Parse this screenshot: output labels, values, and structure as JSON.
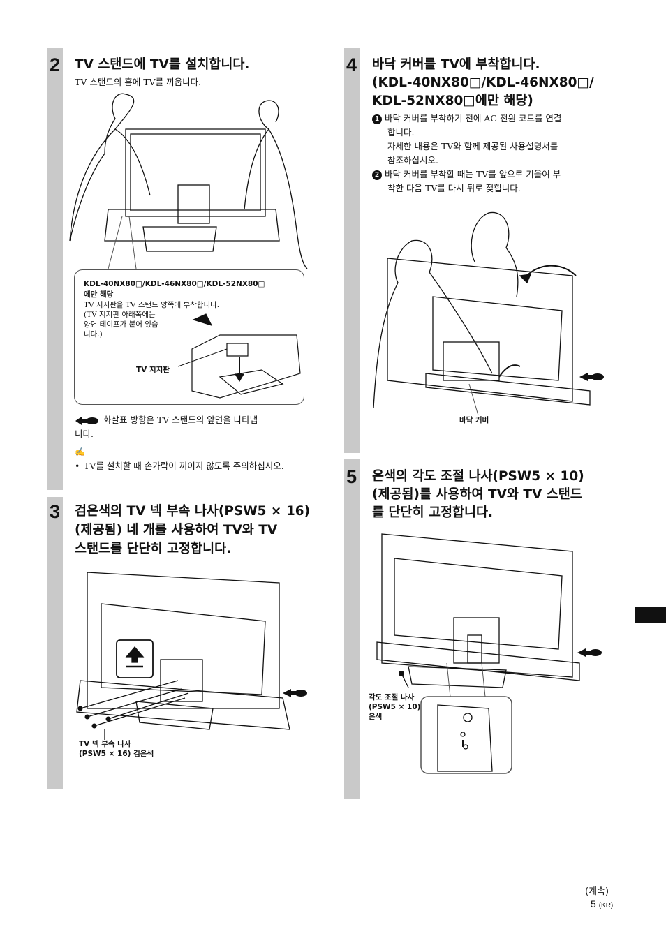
{
  "step2": {
    "number": "2",
    "heading": "TV 스탠드에 TV를 설치합니다.",
    "text": "TV 스탠드의 홈에 TV를 끼웁니다.",
    "callout_title_1": "KDL-40NX80□/KDL-46NX80□/KDL-52NX80□",
    "callout_title_2": "에만 해당",
    "callout_text_1": "TV 지지판을 TV 스탠드 양쪽에 부착합니다.",
    "callout_text_2": "(TV 지지판 아래쪽에는",
    "callout_text_3": "양면 테이프가 붙어 있습",
    "callout_text_4": "니다.)",
    "support_label": "TV 지지판",
    "arrow_note_1": "화살표 방향은 TV 스탠드의 앞면을 나타냅",
    "arrow_note_2": "니다.",
    "note_icon": "✍",
    "note_bullet": "TV를 설치할 때 손가락이 끼이지 않도록 주의하십시오."
  },
  "step3": {
    "number": "3",
    "heading_1": "검은색의 TV 넥 부속 나사(PSW5 × 16)",
    "heading_2": "(제공됨) 네 개를 사용하여 TV와 TV",
    "heading_3": "스탠드를 단단히 고정합니다.",
    "screw_label_1": "TV 넥 부속 나사",
    "screw_label_2": "(PSW5 × 16) 검은색"
  },
  "step4": {
    "number": "4",
    "heading_1": "바닥 커버를 TV에 부착합니다.",
    "heading_2": "(KDL-40NX80□/KDL-46NX80□/",
    "heading_3": "KDL-52NX80□에만 해당)",
    "item1_num": "1",
    "item1_line1": "바닥 커버를 부착하기 전에 AC 전원 코드를 연결",
    "item1_line2": "합니다.",
    "item1_line3": "자세한 내용은 TV와 함께 제공된 사용설명서를",
    "item1_line4": "참조하십시오.",
    "item2_num": "2",
    "item2_line1": "바닥 커버를 부착할 때는 TV를 앞으로 기울여 부",
    "item2_line2": "착한 다음 TV를 다시 뒤로 젖힙니다.",
    "cover_label": "바닥 커버"
  },
  "step5": {
    "number": "5",
    "heading_1": "은색의 각도 조절 나사(PSW5 × 10)",
    "heading_2": "(제공됨)를 사용하여 TV와 TV 스탠드",
    "heading_3": "를 단단히 고정합니다.",
    "screw_label_1": "각도 조절 나사",
    "screw_label_2": "(PSW5 × 10)",
    "screw_label_3": "은색"
  },
  "footer": {
    "continued": "(계속)",
    "page_number": "5",
    "page_suffix": "(KR)"
  }
}
